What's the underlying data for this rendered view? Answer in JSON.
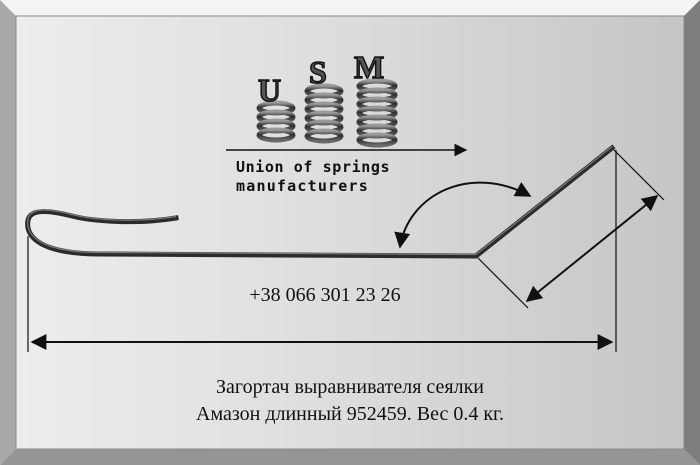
{
  "logo": {
    "letters": [
      "U",
      "S",
      "M"
    ],
    "tagline_line1": "Union of springs",
    "tagline_line2": "manufacturers"
  },
  "phone": "+38 066 301 23 26",
  "caption": {
    "line1": "Загортач выравнивателя сеялки",
    "line2": "Амазон длинный 952459. Вес 0.4 кг."
  },
  "colors": {
    "background_light": "#eeeeee",
    "background_dark": "#bdbdbd",
    "rod": "#2b2b2b",
    "ink": "#111111"
  }
}
